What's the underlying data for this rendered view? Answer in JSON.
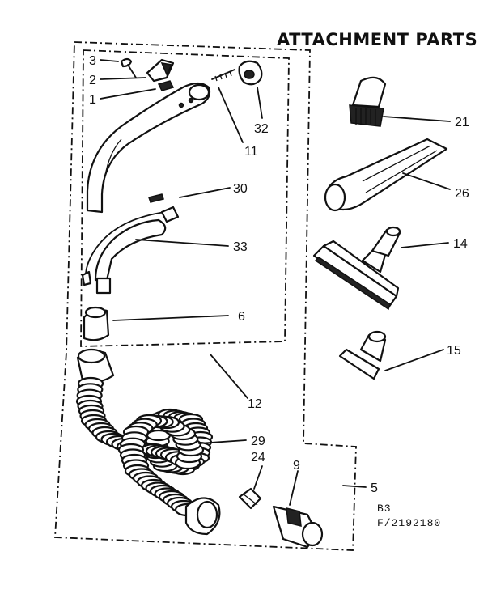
{
  "title": "ATTACHMENT PARTS",
  "page_code": {
    "line1": "B3",
    "line2": "F/2192180"
  },
  "callouts": [
    {
      "id": "3",
      "label": "3"
    },
    {
      "id": "2",
      "label": "2"
    },
    {
      "id": "1",
      "label": "1"
    },
    {
      "id": "32",
      "label": "32"
    },
    {
      "id": "11",
      "label": "11"
    },
    {
      "id": "30",
      "label": "30"
    },
    {
      "id": "33",
      "label": "33"
    },
    {
      "id": "6",
      "label": "6"
    },
    {
      "id": "12",
      "label": "12"
    },
    {
      "id": "29",
      "label": "29"
    },
    {
      "id": "24",
      "label": "24"
    },
    {
      "id": "9",
      "label": "9"
    },
    {
      "id": "5",
      "label": "5"
    },
    {
      "id": "21",
      "label": "21"
    },
    {
      "id": "26",
      "label": "26"
    },
    {
      "id": "14",
      "label": "14"
    },
    {
      "id": "15",
      "label": "15"
    }
  ],
  "colors": {
    "ink": "#111111",
    "paper": "#ffffff"
  }
}
